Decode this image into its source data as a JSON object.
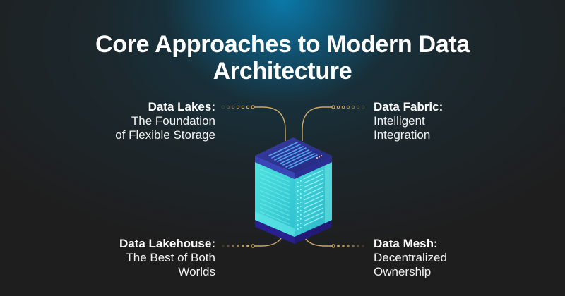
{
  "title": {
    "line1": "Core Approaches to Modern Data",
    "line2": "Architecture"
  },
  "approaches": [
    {
      "position": "top-left",
      "heading": "Data Lakes:",
      "lines": [
        "The Foundation",
        "of Flexible Storage"
      ]
    },
    {
      "position": "top-right",
      "heading": "Data Fabric:",
      "lines": [
        "Intelligent",
        "Integration"
      ]
    },
    {
      "position": "bottom-left",
      "heading": "Data Lakehouse:",
      "lines": [
        "The Best of Both",
        "Worlds"
      ]
    },
    {
      "position": "bottom-right",
      "heading": "Data Mesh:",
      "lines": [
        "Decentralized",
        "Ownership"
      ]
    }
  ],
  "illustration": {
    "icon": "server-cube-icon",
    "connector_color": "#c9a86a"
  },
  "colors": {
    "background": "#1e1e1e",
    "glow": "#0a7daf",
    "text": "#ffffff",
    "cube_top": "#2b2f8c",
    "cube_side": "#3fd3d6",
    "cube_base": "#2c1f8f"
  }
}
